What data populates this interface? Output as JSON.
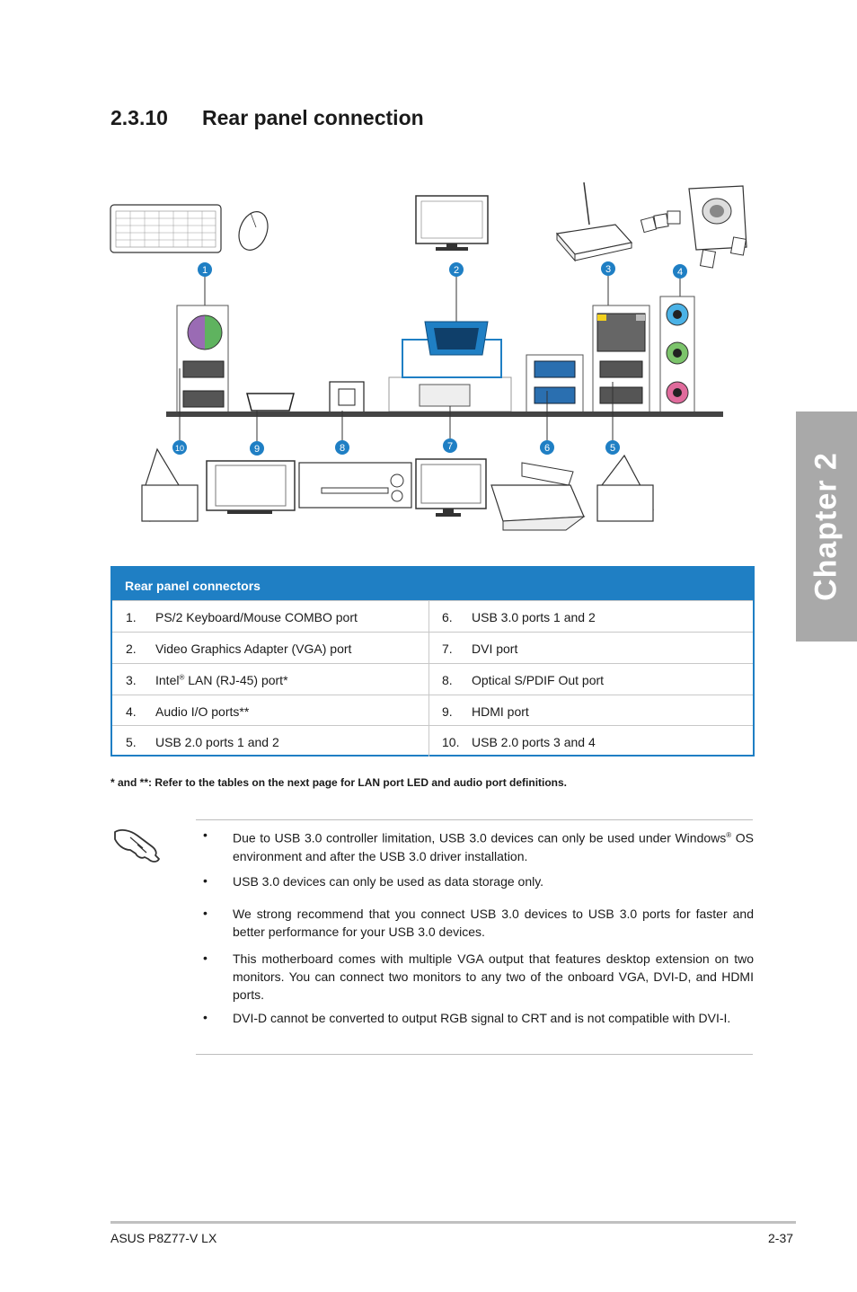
{
  "section": {
    "number": "2.3.10",
    "title": "Rear panel connection"
  },
  "chapter_tab": "Chapter 2",
  "diagram": {
    "callouts": [
      "1",
      "2",
      "3",
      "4",
      "10",
      "9",
      "8",
      "7",
      "6",
      "5"
    ]
  },
  "table": {
    "header": "Rear panel connectors",
    "rows": [
      {
        "left_num": "1.",
        "left_label": "PS/2 Keyboard/Mouse COMBO port",
        "right_num": "6.",
        "right_label": "USB 3.0 ports 1 and 2"
      },
      {
        "left_num": "2.",
        "left_label": "Video Graphics Adapter (VGA) port",
        "right_num": "7.",
        "right_label": "DVI port"
      },
      {
        "left_num": "3.",
        "left_label_pre": "Intel",
        "left_label_sup": "®",
        "left_label_post": " LAN (RJ-45) port*",
        "right_num": "8.",
        "right_label": "Optical S/PDIF Out port"
      },
      {
        "left_num": "4.",
        "left_label": "Audio I/O ports**",
        "right_num": "9.",
        "right_label": "HDMI port"
      },
      {
        "left_num": "5.",
        "left_label": "USB 2.0 ports 1 and 2",
        "right_num": "10.",
        "right_label": "USB 2.0 ports 3 and 4"
      }
    ]
  },
  "footnote": "* and **: Refer to the tables on the next page for LAN port LED and audio port definitions.",
  "notes": {
    "bullet": "•",
    "items": [
      {
        "pre": "Due to USB 3.0 controller limitation, USB 3.0 devices can only be used under Windows",
        "sup": "®",
        "post": " OS environment and after the USB 3.0 driver installation."
      },
      {
        "text": "USB 3.0 devices can only be used as data storage only."
      },
      {
        "text": "We strong recommend that you connect USB 3.0 devices to USB 3.0 ports for faster and better performance for your USB 3.0 devices."
      },
      {
        "text": "This motherboard comes with multiple VGA output that features desktop extension on two monitors.  You can connect two monitors to any two of the onboard VGA, DVI-D, and HDMI ports."
      },
      {
        "text": "DVI-D cannot be converted to output RGB signal to CRT and is not compatible with DVI-I."
      }
    ]
  },
  "footer": {
    "left": "ASUS P8Z77-V LX",
    "right": "2-37"
  },
  "colors": {
    "accent": "#1f7fc4",
    "tab": "#a9a9a9"
  }
}
